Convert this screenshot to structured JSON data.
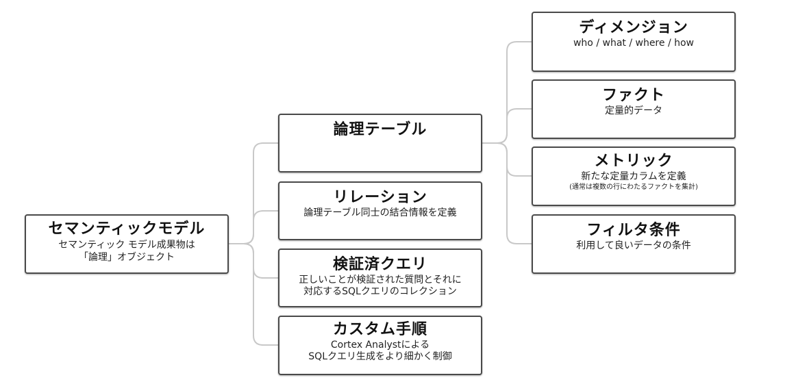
{
  "root": {
    "title": "セマンティックモデル",
    "desc_line1": "セマンティック モデル成果物は",
    "desc_line2": "「論理」オブジェクト"
  },
  "children": {
    "logical_table": {
      "title": "論理テーブル"
    },
    "relationship": {
      "title": "リレーション",
      "desc": "論理テーブル同士の結合情報を定義"
    },
    "verified_query": {
      "title": "検証済クエリ",
      "desc_line1": "正しいことが検証された質問とそれに",
      "desc_line2": "対応するSQLクエリのコレクション"
    },
    "custom_instruction": {
      "title": "カスタム手順",
      "desc_line1": "Cortex Analystによる",
      "desc_line2": "SQLクエリ生成をより細かく制御"
    }
  },
  "logical_table_children": {
    "dimension": {
      "title": "ディメンジョン",
      "desc": "who / what / where / how"
    },
    "fact": {
      "title": "ファクト",
      "desc": "定量的データ"
    },
    "metric": {
      "title": "メトリック",
      "desc": "新たな定量カラムを定義",
      "note": "(通常は複数の行にわたるファクトを集計)"
    },
    "filter": {
      "title": "フィルタ条件",
      "desc": "利用して良いデータの条件"
    }
  },
  "colors": {
    "border": "#4a4a4a",
    "connector": "#c8c8c8",
    "text": "#111111"
  }
}
